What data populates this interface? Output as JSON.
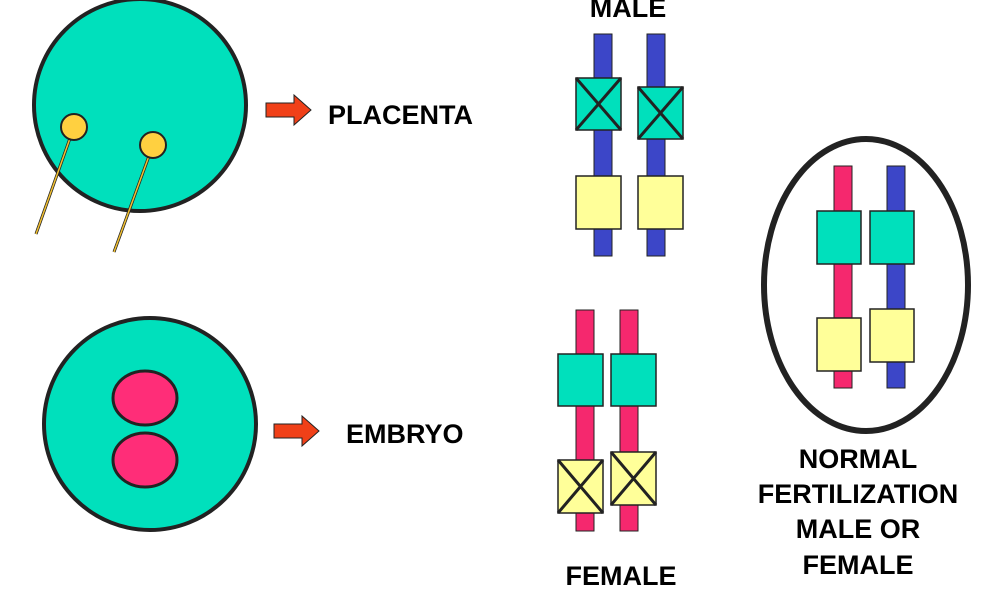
{
  "labels": {
    "male": "MALE",
    "placenta": "PLACENTA",
    "embryo": "EMBRYO",
    "female": "FEMALE",
    "normal_line1": "NORMAL",
    "normal_line2": "FERTILIZATION",
    "normal_line3": "MALE OR",
    "normal_line4": "FEMALE"
  },
  "colors": {
    "cell_fill": "#00E0BC",
    "male_chromosome": "#3C46C8",
    "female_chromosome": "#F5286E",
    "yellow_block": "#FFFF99",
    "pronucleus": "#FF2D78",
    "pin_head": "#FFD040",
    "arrow": "#F04018",
    "outline": "#222222"
  },
  "icons": {
    "arrow": "right-arrow-icon",
    "pin": "pin-icon"
  }
}
